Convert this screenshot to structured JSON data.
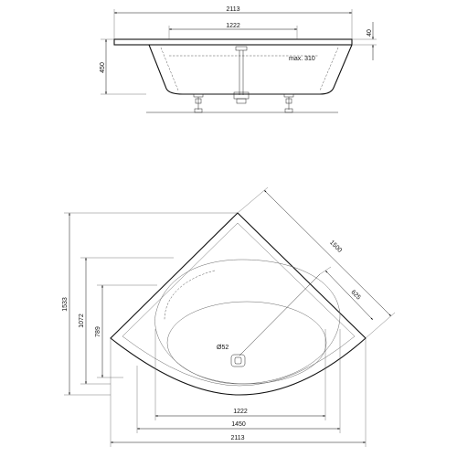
{
  "side_view": {
    "dim_total_width": "2113",
    "dim_inner_width": "1222",
    "dim_rim_thickness": "40",
    "dim_height": "450",
    "label_max_water": "max. 310"
  },
  "plan_view": {
    "dim_diagonal_length": "1500",
    "dim_diagonal_depth": "625",
    "dim_overall_depth": "1533",
    "dim_inner_depth": "1072",
    "dim_basin_depth": "789",
    "label_drain": "Ø52",
    "dim_bottom_inner": "1222",
    "dim_bottom_mid": "1450",
    "dim_bottom_total": "2113"
  }
}
